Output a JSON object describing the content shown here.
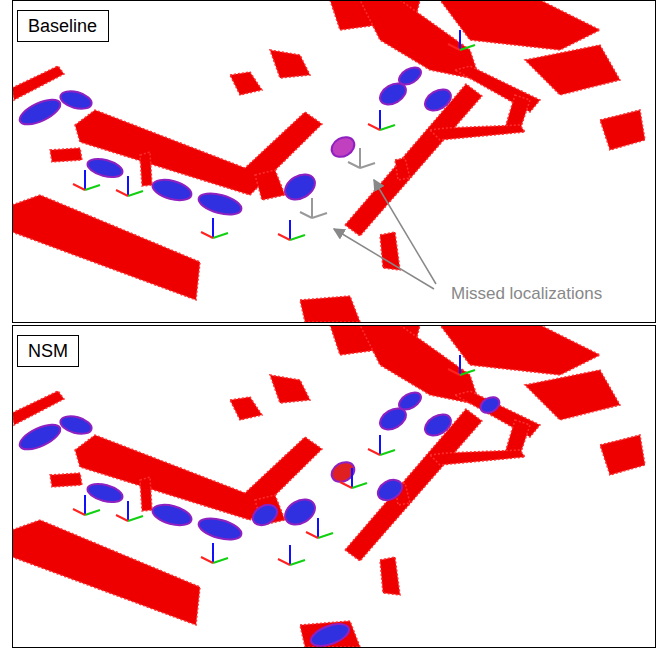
{
  "diagram": {
    "nodes": [
      {
        "text": [
          "Baseline"
        ]
      },
      {
        "text": [
          "NSM"
        ]
      }
    ],
    "labels": [
      "Missed localizations"
    ]
  }
}
